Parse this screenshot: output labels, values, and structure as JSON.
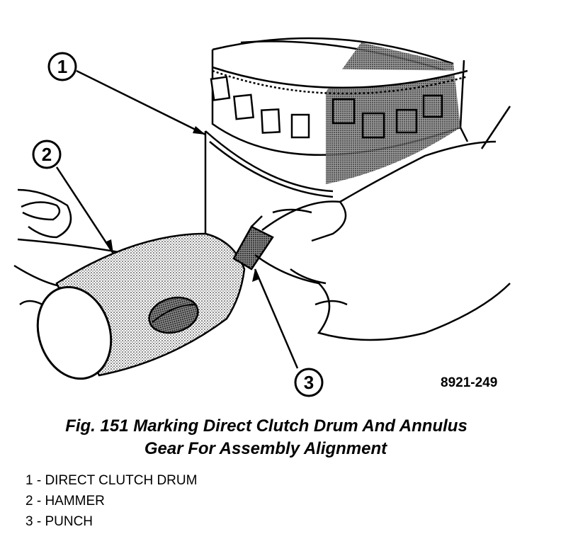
{
  "figure": {
    "part_number": "8921-249",
    "callouts": [
      "1",
      "2",
      "3"
    ]
  },
  "caption": {
    "line1": "Fig. 151 Marking Direct Clutch Drum And Annulus",
    "line2": "Gear For Assembly Alignment"
  },
  "legend": [
    {
      "label": "1 - DIRECT CLUTCH DRUM"
    },
    {
      "label": "2 - HAMMER"
    },
    {
      "label": "3 - PUNCH"
    }
  ]
}
